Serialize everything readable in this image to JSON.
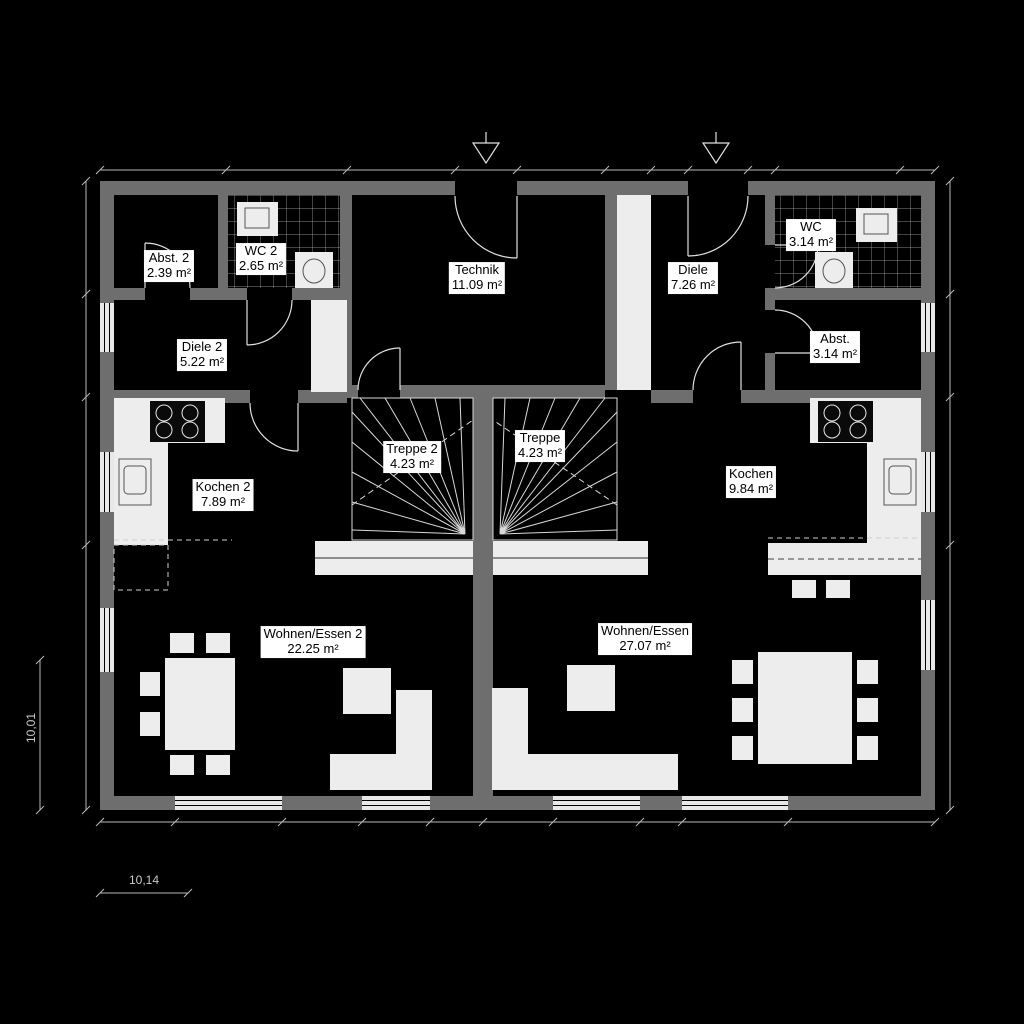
{
  "page": {
    "background": "#000000"
  },
  "plan": {
    "wall_color": "#6e6e6e",
    "line_color": "#e0e0e0",
    "furniture_color": "#ededed",
    "label_bg": "#ffffff",
    "label_fg": "#000000"
  },
  "rooms": [
    {
      "name": "Abst. 2",
      "area": "2.39 m²"
    },
    {
      "name": "WC 2",
      "area": "2.65 m²"
    },
    {
      "name": "Technik",
      "area": "11.09 m²"
    },
    {
      "name": "Diele",
      "area": "7.26 m²"
    },
    {
      "name": "WC",
      "area": "3.14 m²"
    },
    {
      "name": "Abst.",
      "area": "3.14 m²"
    },
    {
      "name": "Diele 2",
      "area": "5.22 m²"
    },
    {
      "name": "Treppe 2",
      "area": "4.23 m²"
    },
    {
      "name": "Treppe",
      "area": "4.23 m²"
    },
    {
      "name": "Kochen 2",
      "area": "7.89 m²"
    },
    {
      "name": "Kochen",
      "area": "9.84 m²"
    },
    {
      "name": "Wohnen/Essen 2",
      "area": "22.25 m²"
    },
    {
      "name": "Wohnen/Essen",
      "area": "27.07 m²"
    }
  ],
  "dimensions": {
    "total_width": "10,14",
    "total_height": "10,01"
  }
}
